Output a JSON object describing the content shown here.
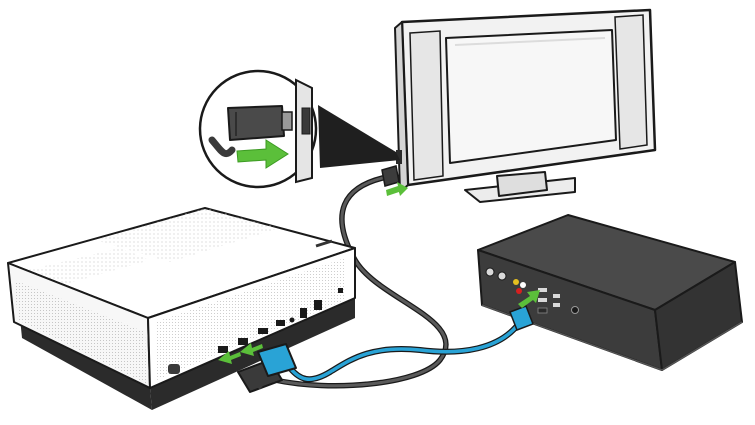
{
  "illustration": {
    "components": [
      "console",
      "television",
      "cable-box",
      "hdmi-cable-to-tv",
      "hdmi-cable-from-box",
      "magnified-port-inset"
    ],
    "colors": {
      "outline": "#1a1a1a",
      "console_body": "#ffffff",
      "console_base": "#2b2b2b",
      "tv_frame": "#f2f2f2",
      "tv_screen": "#f7f7f7",
      "box_body": "#3c3c3c",
      "cable_dark": "#3a3a3a",
      "cable_blue": "#29a3d6",
      "arrow_green": "#5bbf3a"
    }
  }
}
